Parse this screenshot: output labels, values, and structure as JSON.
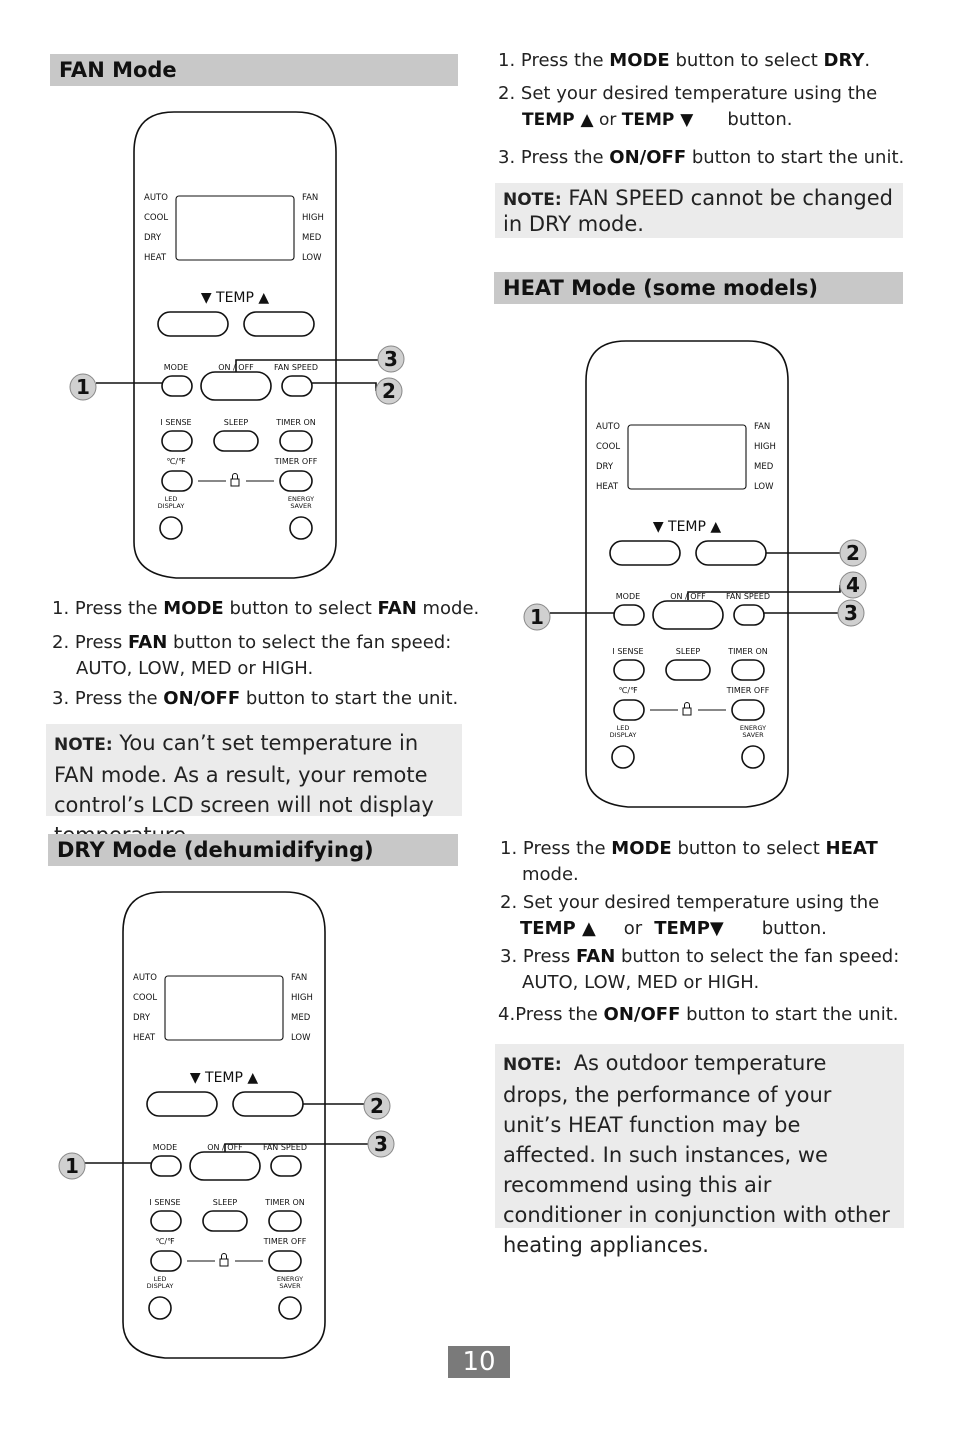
{
  "fan": {
    "title": "FAN Mode",
    "steps": [
      {
        "num": "1.",
        "pre": "Press the ",
        "b1": "MODE",
        "mid": " button to select ",
        "b2": "FAN",
        "post": " mode."
      },
      {
        "num": "2.",
        "pre": "Press ",
        "b1": "FAN",
        "post": " button to select the fan speed:",
        "line2": "AUTO, LOW, MED or HIGH."
      },
      {
        "num": "3.",
        "pre": "Press the ",
        "b1": "ON/OFF",
        "post": " button to start the unit."
      }
    ],
    "note_label": "NOTE:",
    "note_text": "You can’t set temperature in FAN mode. As a result, your remote control’s LCD screen will not display temperature.",
    "callouts": [
      "1",
      "3",
      "2"
    ]
  },
  "dry": {
    "title": "DRY Mode (dehumidifying)",
    "steps": [
      {
        "num": "1.",
        "pre": "Press the ",
        "b1": "MODE",
        "mid": " button to select ",
        "b2": "DRY",
        "post": "."
      },
      {
        "num": "2.",
        "pre": "Set your desired temperature using the",
        "line2_b1": "TEMP ▲",
        "line2_mid": " or ",
        "line2_b2": "TEMP ▼",
        "line2_post": "button."
      },
      {
        "num": "3.",
        "pre": "Press the ",
        "b1": "ON/OFF",
        "post": " button to start the unit."
      }
    ],
    "note_label": "NOTE:",
    "note_text": "FAN SPEED cannot be changed in DRY mode.",
    "callouts": [
      "1",
      "2",
      "3"
    ]
  },
  "heat": {
    "title": "HEAT Mode (some models)",
    "steps": [
      {
        "num": "1.",
        "pre": "Press the ",
        "b1": "MODE",
        "mid": " button to select ",
        "b2": "HEAT",
        "line2": "mode."
      },
      {
        "num": "2.",
        "pre": "Set your desired temperature using the",
        "line2_b1": "TEMP ▲",
        "line2_mid": "or",
        "line2_b2": "TEMP▼",
        "line2_post": "button."
      },
      {
        "num": "3.",
        "pre": "Press ",
        "b1": "FAN",
        "post": " button to select the fan speed:",
        "line2": "AUTO, LOW, MED or HIGH."
      },
      {
        "num": "4.",
        "pre": "Press the ",
        "b1": "ON/OFF",
        "post": " button to start the unit."
      }
    ],
    "note_label": "NOTE:",
    "note_text": "As outdoor temperature drops, the performance of your unit’s HEAT function may be affected. In such instances, we recommend using this air conditioner in conjunction with other heating appliances.",
    "callouts": [
      "1",
      "2",
      "4",
      "3"
    ]
  },
  "remote": {
    "left_modes": [
      "AUTO",
      "COOL",
      "DRY",
      "HEAT"
    ],
    "right_fans": [
      "FAN",
      "HIGH",
      "MED",
      "LOW"
    ],
    "temp_label": "▼  TEMP  ▲",
    "row1": [
      "MODE",
      "ON / OFF",
      "FAN SPEED"
    ],
    "row2": [
      "I SENSE",
      "SLEEP",
      "TIMER ON"
    ],
    "row3_left": "℃/℉",
    "row3_right": "TIMER OFF",
    "row4_left_1": "LED",
    "row4_left_2": "DISPLAY",
    "row4_right_1": "ENERGY",
    "row4_right_2": "SAVER",
    "lock": "🔒"
  },
  "page_number": "10"
}
